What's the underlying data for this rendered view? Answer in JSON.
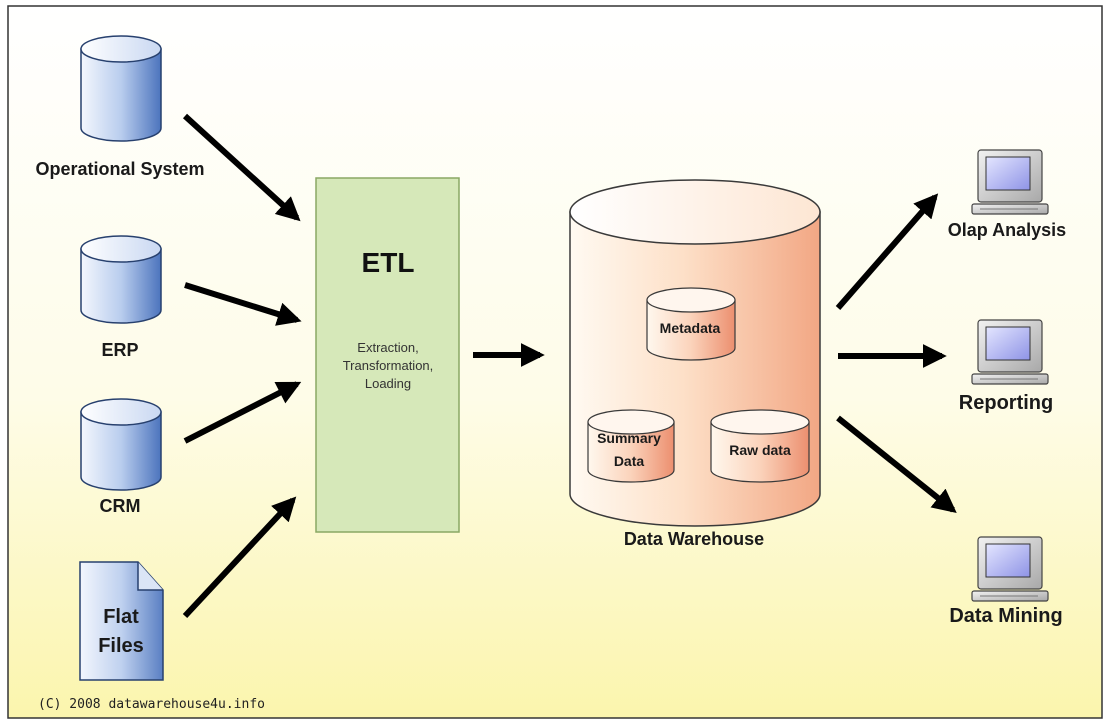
{
  "sources": {
    "operational_system": "Operational System",
    "erp": "ERP",
    "crm": "CRM",
    "flat_files_line1": "Flat",
    "flat_files_line2": "Files"
  },
  "etl": {
    "title": "ETL",
    "line1": "Extraction,",
    "line2": "Transformation,",
    "line3": "Loading"
  },
  "warehouse": {
    "label": "Data Warehouse",
    "metadata": "Metadata",
    "summary_line1": "Summary",
    "summary_line2": "Data",
    "raw": "Raw data"
  },
  "outputs": {
    "olap": "Olap Analysis",
    "reporting": "Reporting",
    "mining": "Data Mining"
  },
  "copyright": "(C) 2008 datawarehouse4u.info",
  "colors": {
    "background_top": "#ffffff",
    "background_bottom": "#fbf6b3",
    "source_db_light": "#eef3fb",
    "source_db_dark": "#5078c0",
    "etl_fill": "#d6e8b9",
    "etl_stroke": "#8aa864",
    "warehouse_light": "#fff3e4",
    "warehouse_dark": "#f4b494",
    "inner_db_dark": "#ef9a7c",
    "arrow": "#000000"
  }
}
